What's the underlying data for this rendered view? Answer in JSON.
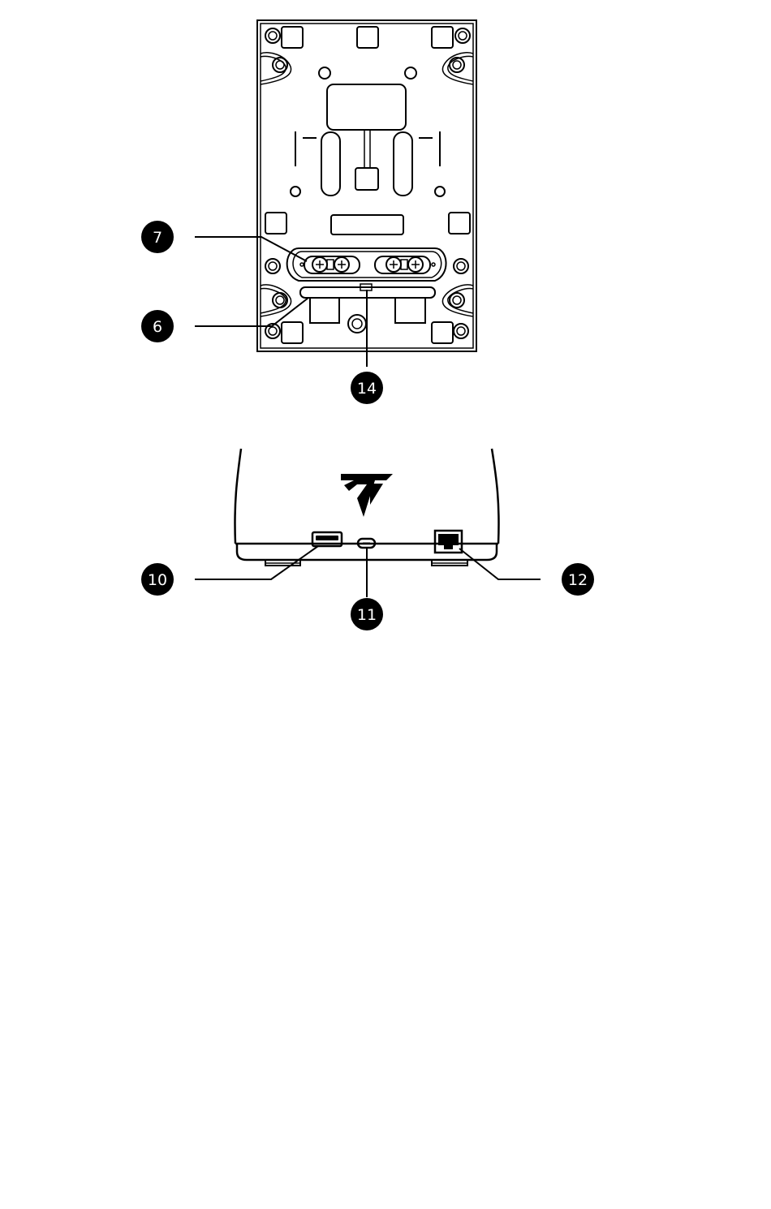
{
  "callouts": {
    "c7": "7",
    "c6": "6",
    "c14": "14",
    "c10": "10",
    "c11": "11",
    "c12": "12"
  },
  "colors": {
    "ink": "#000000",
    "background": "#ffffff",
    "callout_text": "#ffffff"
  },
  "icons": {
    "logo": "thrustmaster-logo-icon",
    "usb_a": "usb-a-port-icon",
    "usb_c": "usb-c-port-icon",
    "rj12": "rj12-port-icon"
  }
}
